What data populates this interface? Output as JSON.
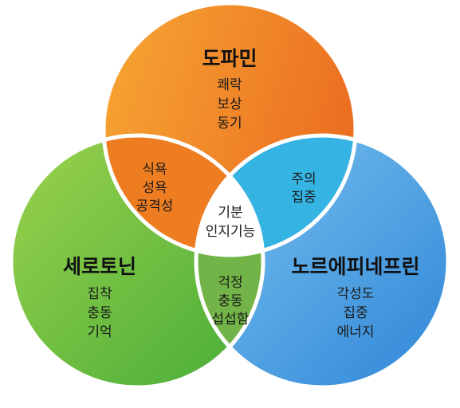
{
  "colors": {
    "dopamine_light": "#f7a734",
    "dopamine_dark": "#ec7021",
    "serotonin_light": "#9cd24d",
    "serotonin_dark": "#46ac37",
    "norepinephrine_light": "#7cc4ef",
    "norepinephrine_dark": "#2f86d8",
    "overlap_dopa_sero": "#ee7d22",
    "overlap_dopa_nor": "#35b4e3",
    "overlap_sero_nor": "#72b447",
    "center": "#ffffff",
    "border": "#ffffff"
  },
  "dopamine": {
    "title": "도파민",
    "lines": [
      "쾌락",
      "보상",
      "동기"
    ]
  },
  "serotonin": {
    "title": "세로토닌",
    "lines": [
      "집착",
      "충동",
      "기억"
    ]
  },
  "norepinephrine": {
    "title": "노르에피네프린",
    "lines": [
      "각성도",
      "집중",
      "에너지"
    ]
  },
  "overlap_dopa_sero": {
    "lines": [
      "식욕",
      "성욕",
      "공격성"
    ]
  },
  "overlap_dopa_nor": {
    "lines": [
      "주의",
      "집중"
    ]
  },
  "overlap_sero_nor": {
    "lines": [
      "걱정",
      "충동",
      "섭섭함"
    ]
  },
  "center": {
    "lines": [
      "기분",
      "인지기능"
    ]
  }
}
